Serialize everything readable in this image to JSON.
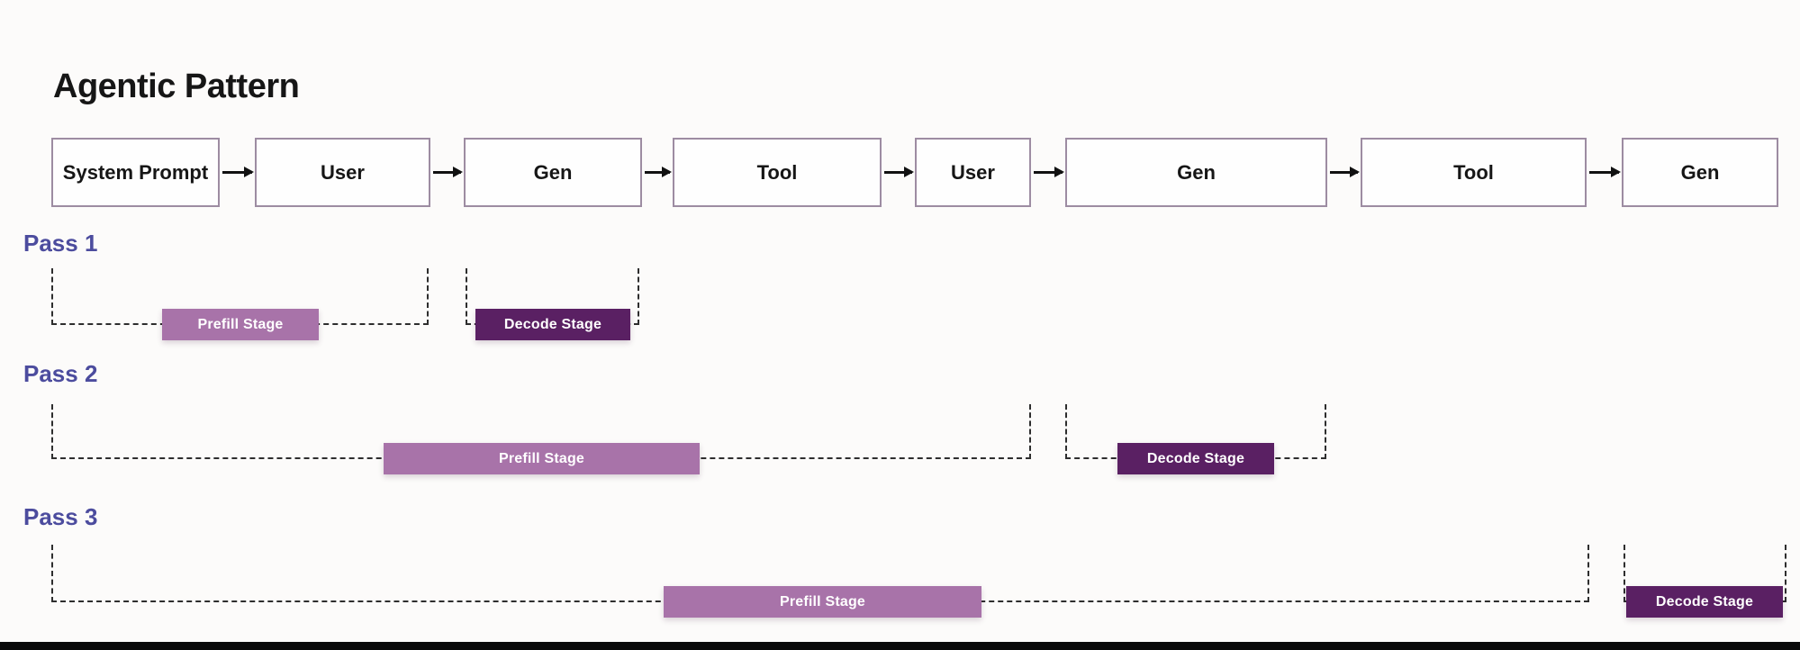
{
  "title": "Agentic Pattern",
  "flow": {
    "boxes": [
      {
        "label": "System Prompt"
      },
      {
        "label": "User"
      },
      {
        "label": "Gen"
      },
      {
        "label": "Tool"
      },
      {
        "label": "User"
      },
      {
        "label": "Gen"
      },
      {
        "label": "Tool"
      },
      {
        "label": "Gen"
      }
    ]
  },
  "passes": [
    {
      "label": "Pass 1",
      "prefill_label": "Prefill Stage",
      "decode_label": "Decode Stage"
    },
    {
      "label": "Pass 2",
      "prefill_label": "Prefill Stage",
      "decode_label": "Decode Stage"
    },
    {
      "label": "Pass 3",
      "prefill_label": "Prefill Stage",
      "decode_label": "Decode Stage"
    }
  ],
  "colors": {
    "prefill": "#A873A9",
    "decode": "#5A2063",
    "pass_label": "#4C4C9E",
    "box_border": "#9D8CA2",
    "dash": "#2E2E2E",
    "ink": "#161616",
    "bg": "#FCFBFA",
    "footer_bar": "#0A0A0A"
  }
}
